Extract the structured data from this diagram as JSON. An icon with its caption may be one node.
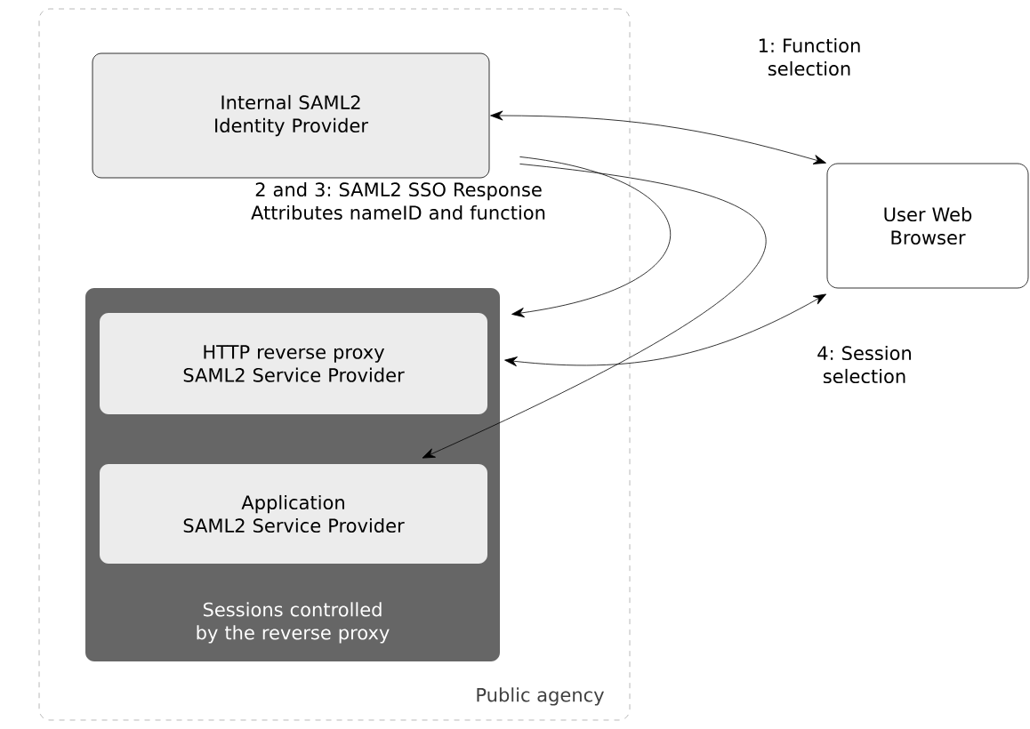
{
  "diagram": {
    "nodes": [
      {
        "text": [
          "Public agency"
        ]
      },
      {
        "text": [
          "Internal SAML2 Identity Provider"
        ],
        "in": 0
      },
      {
        "text": [
          "Sessions controlled by the reverse proxy"
        ],
        "in": 0
      },
      {
        "text": [
          "HTTP reverse proxy",
          "SAML2 Service Provider"
        ],
        "in": 2
      },
      {
        "text": [
          "Application",
          "SAML2 Service Provider"
        ],
        "in": 2
      },
      {
        "text": [
          "User Web Browser"
        ]
      }
    ],
    "edges": [
      {
        "from": 1,
        "to": 5,
        "arrow": "both",
        "label": "1: Function selection"
      },
      {
        "from": 1,
        "to": 3,
        "arrow": "to",
        "label": "2 and 3: SAML2 SSO Response Attributes nameID and function"
      },
      {
        "from": 1,
        "to": 4,
        "arrow": "to"
      },
      {
        "from": 3,
        "to": 5,
        "arrow": "both",
        "label": "4: Session selection"
      }
    ]
  }
}
